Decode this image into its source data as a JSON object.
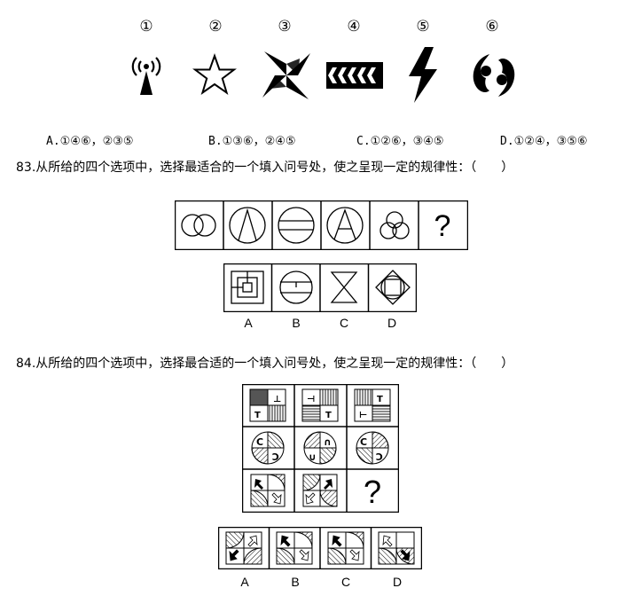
{
  "q82": {
    "figure_numbers": [
      "①",
      "②",
      "③",
      "④",
      "⑤",
      "⑥"
    ],
    "options": [
      "A.①④⑥，②③⑤",
      "B.①③⑥，②④⑤",
      "C.①②⑥，③④⑤",
      "D.①②④，③⑤⑥"
    ],
    "icons": [
      "antenna-icon",
      "star-icon",
      "pinwheel-icon",
      "chevron-band-icon",
      "lightning-icon",
      "yin-yang-icon"
    ]
  },
  "q83": {
    "question": "83.从所给的四个选项中，选择最适合的一个填入问号处，使之呈现一定的规律性：（　　）",
    "question_mark": "?",
    "answer_labels": [
      "A",
      "B",
      "C",
      "D"
    ]
  },
  "q84": {
    "question": "84.从所给的四个选项中，选择最合适的一个填入问号处，使之呈现一定的规律性：（　　）",
    "question_mark": "?",
    "answer_labels": [
      "A",
      "B",
      "C",
      "D"
    ]
  }
}
